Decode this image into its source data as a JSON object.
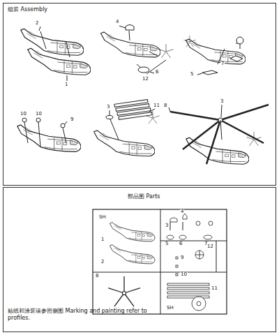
{
  "diagram": {
    "nodes": [
      {
        "text": [
          "组装 Assembly"
        ]
      },
      {
        "text": [
          "部品图 Parts",
          "贴纸和涂装请参照侧图 Marking and painting refer to profiles."
        ]
      }
    ],
    "labels": [
      "2",
      "1",
      "4",
      "12",
      "6",
      "7",
      "5",
      "10",
      "10",
      "9",
      "3",
      "11",
      "8",
      "3",
      "SH",
      "1",
      "2",
      "3",
      "4",
      "5",
      "6",
      "7",
      "8",
      "9",
      "10",
      "11",
      "12",
      "SH"
    ]
  }
}
